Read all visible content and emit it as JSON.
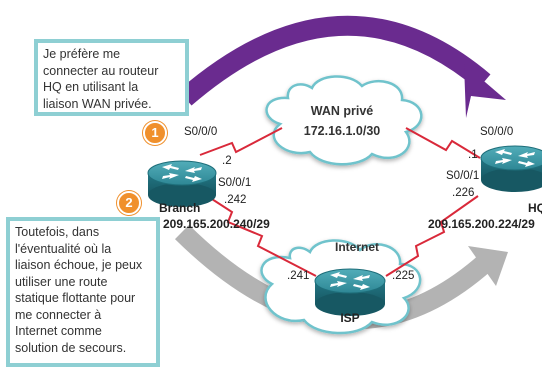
{
  "callouts": [
    {
      "number": "1",
      "lines": [
        "Je préfère me",
        "connecter au routeur",
        "HQ en utilisant la",
        "liaison WAN privée."
      ]
    },
    {
      "number": "2",
      "lines": [
        "Toutefois, dans",
        "l'éventualité où la",
        "liaison échoue, je peux",
        "utiliser une route",
        "statique flottante pour",
        "me connecter à",
        "Internet comme",
        "solution de secours."
      ]
    }
  ],
  "clouds": {
    "wan": {
      "title": "WAN privé",
      "subnet": "172.16.1.0/30"
    },
    "internet": {
      "title": "Internet"
    }
  },
  "routers": {
    "branch": {
      "name": "Branch",
      "subnet": "209.165.200.240/29",
      "wan_interface": "S0/0/0",
      "wan_ip": ".2",
      "internet_interface": "S0/0/1",
      "internet_ip": ".242"
    },
    "hq": {
      "name": "HQ",
      "subnet": "209.165.200.224/29",
      "wan_interface": "S0/0/0",
      "wan_ip": ".1",
      "internet_interface": "S0/0/1",
      "internet_ip": ".226"
    },
    "isp": {
      "name": "ISP",
      "left_ip": ".241",
      "right_ip": ".225"
    }
  },
  "colors": {
    "primary_path_arrow": "#6a2b8f",
    "backup_path_arrow": "#b3b3b3",
    "router": "#2a7f8c",
    "serial_link": "#d9293a",
    "callout_border": "#8ecfd3",
    "step_badge": "#f0902c"
  }
}
